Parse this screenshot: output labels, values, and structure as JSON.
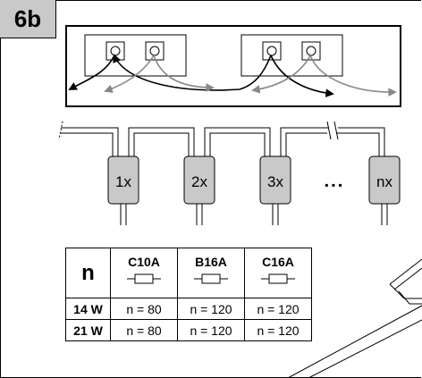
{
  "figure_label": "6b",
  "fixtures": [
    {
      "label": "1x"
    },
    {
      "label": "2x"
    },
    {
      "label": "3x"
    },
    {
      "label": "nx"
    }
  ],
  "ellipsis": "▪ ▪ ▪",
  "table": {
    "header": "n",
    "columns": [
      "C10A",
      "B16A",
      "C16A"
    ],
    "rows": [
      {
        "label": "14 W",
        "values": [
          "n = 80",
          "n = 120",
          "n = 120"
        ]
      },
      {
        "label": "21 W",
        "values": [
          "n = 80",
          "n = 120",
          "n = 120"
        ]
      }
    ]
  }
}
